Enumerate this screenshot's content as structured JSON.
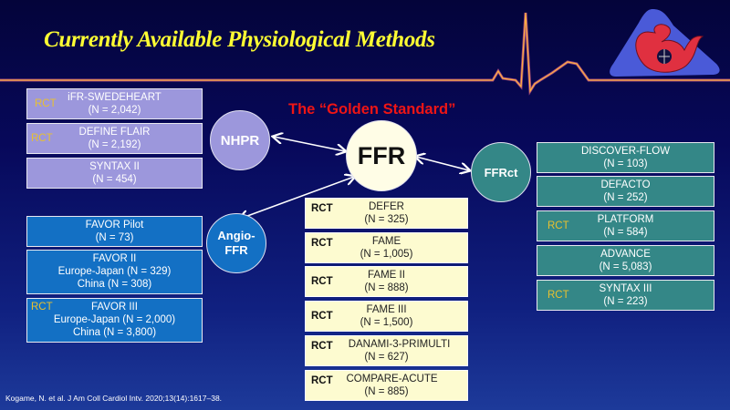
{
  "title": "Currently Available Physiological Methods",
  "golden_label": "The “Golden Standard”",
  "rct_label": "RCT",
  "circles": {
    "nhpr": "NHPR",
    "ffr": "FFR",
    "ffrct": "FFRct",
    "angio_1": "Angio-",
    "angio_2": "FFR"
  },
  "nhpr_trials": [
    {
      "name": "iFR-SWEDEHEART",
      "n": "(N = 2,042)",
      "rct": true
    },
    {
      "name": "DEFINE FLAIR",
      "n": "(N = 2,192)",
      "rct": true
    },
    {
      "name": "SYNTAX II",
      "n": "(N = 454)",
      "rct": false
    }
  ],
  "angio_trials": [
    {
      "name": "FAVOR Pilot",
      "lines": [
        "(N = 73)"
      ],
      "rct": false
    },
    {
      "name": "FAVOR II",
      "lines": [
        "Europe-Japan (N = 329)",
        "China (N = 308)"
      ],
      "rct": false
    },
    {
      "name": "FAVOR III",
      "lines": [
        "Europe-Japan (N = 2,000)",
        "China (N = 3,800)"
      ],
      "rct": true
    }
  ],
  "ffr_trials": [
    {
      "name": "DEFER",
      "n": "(N = 325)"
    },
    {
      "name": "FAME",
      "n": "(N = 1,005)"
    },
    {
      "name": "FAME II",
      "n": "(N = 888)"
    },
    {
      "name": "FAME III",
      "n": "(N = 1,500)"
    },
    {
      "name": "DANAMI-3-PRIMULTI",
      "n": "(N = 627)"
    },
    {
      "name": "COMPARE-ACUTE",
      "n": "(N = 885)"
    }
  ],
  "ffrct_trials": [
    {
      "name": "DISCOVER-FLOW",
      "n": "(N = 103)",
      "rct": false
    },
    {
      "name": "DEFACTO",
      "n": "(N = 252)",
      "rct": false
    },
    {
      "name": "PLATFORM",
      "n": "(N = 584)",
      "rct": true
    },
    {
      "name": "ADVANCE",
      "n": "(N = 5,083)",
      "rct": false
    },
    {
      "name": "SYNTAX III",
      "n": "(N = 223)",
      "rct": true
    }
  ],
  "citation": "Kogame, N. et al. J Am Coll Cardiol Intv. 2020;13(14):1617–38.",
  "colors": {
    "title": "#ffff33",
    "golden": "#ee1515",
    "rct": "#e8c030",
    "nhpr": "#9c97dc",
    "angio": "#1370c4",
    "ffrct": "#348787",
    "ffr_box": "#fdfbd0"
  }
}
